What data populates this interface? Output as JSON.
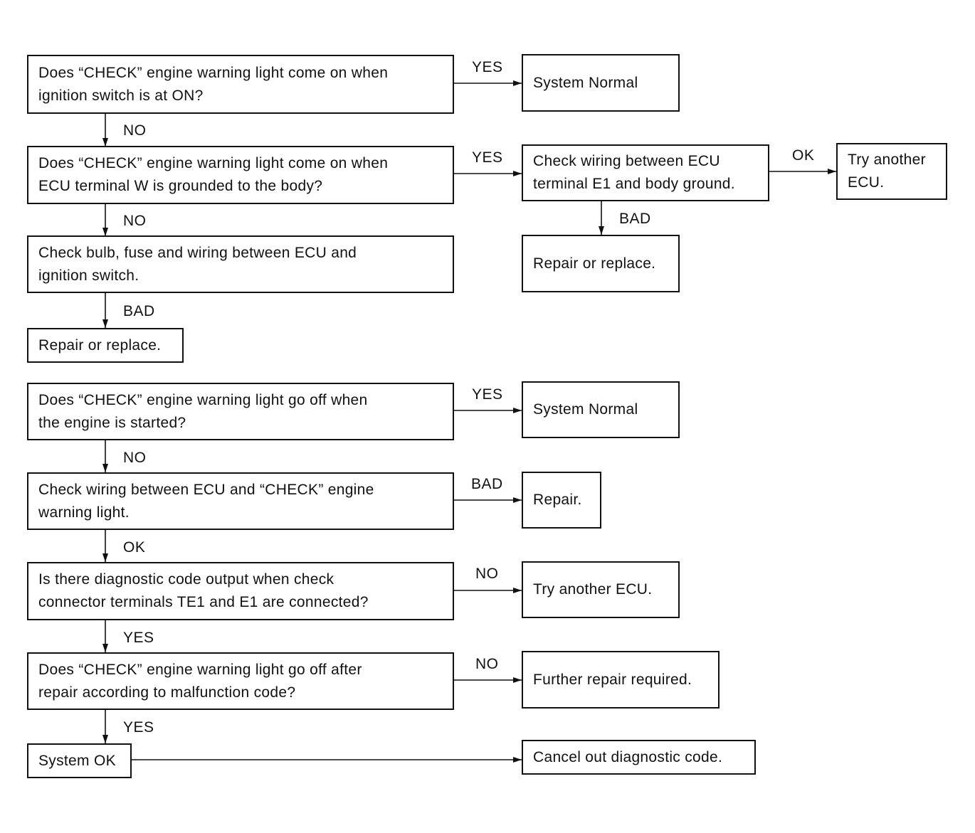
{
  "nodes": {
    "q_light_ignition_on": "Does “CHECK” engine warning light come on when\nignition switch is at ON?",
    "system_normal_1": "System Normal",
    "q_light_terminal_w": "Does “CHECK” engine warning light come on when\nECU terminal W is grounded to the body?",
    "check_wiring_e1": "Check wiring between ECU\nterminal E1 and body ground.",
    "try_another_ecu_1": "Try another\nECU.",
    "check_bulb_fuse": "Check bulb, fuse and wiring between ECU and\nignition switch.",
    "repair_replace_right": "Repair or replace.",
    "repair_replace_left": "Repair or replace.",
    "q_light_off_started": "Does “CHECK” engine warning light go off when\nthe engine is started?",
    "system_normal_2": "System Normal",
    "check_wiring_check_light": "Check wiring between ECU and “CHECK” engine\nwarning light.",
    "repair": "Repair.",
    "q_diag_code_output": "Is there diagnostic code output when check\nconnector terminals TE1 and E1 are connected?",
    "try_another_ecu_2": "Try another ECU.",
    "q_light_off_after_repair": "Does “CHECK” engine warning light go off after\nrepair according to malfunction code?",
    "further_repair": "Further repair required.",
    "system_ok": "System OK",
    "cancel_code": "Cancel out diagnostic code."
  },
  "edges": {
    "e1_yes": "YES",
    "e1_no": "NO",
    "e2_yes": "YES",
    "e2_no": "NO",
    "e3_ok": "OK",
    "e3_bad": "BAD",
    "e4_bad": "BAD",
    "e5_yes": "YES",
    "e5_no": "NO",
    "e6_bad": "BAD",
    "e6_ok": "OK",
    "e7_no": "NO",
    "e7_yes": "YES",
    "e8_no": "NO",
    "e8_yes": "YES"
  }
}
